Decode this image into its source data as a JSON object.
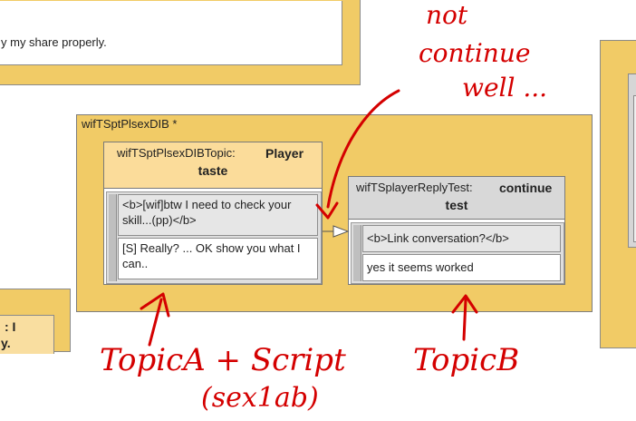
{
  "background_panels": {
    "top_left_text": "y my share properly.",
    "bottom_left_line1": ": I",
    "bottom_left_line2": "y."
  },
  "group": {
    "title": "wifTSptPlsexDIB *"
  },
  "topic_a": {
    "name": "wifTSptPlsexDIBTopic:",
    "type": "Player",
    "category": "taste",
    "prompt": "<b>[wif]btw  I need to check your skill...(pp)</b>",
    "reply": "[S] Really?  ... OK show you what I can.."
  },
  "topic_b": {
    "name": "wifTSplayerReplyTest:",
    "type": "continue",
    "category": "test",
    "prompt": "<b>Link conversation?</b>",
    "reply": "yes it seems worked"
  },
  "annotations": {
    "note_top": [
      "not",
      "continue",
      "well ..."
    ],
    "label_a_line1": "TopicA + Script",
    "label_a_line2": "(sex1ab)",
    "label_b": "TopicB",
    "ink_color": "#d40000"
  }
}
